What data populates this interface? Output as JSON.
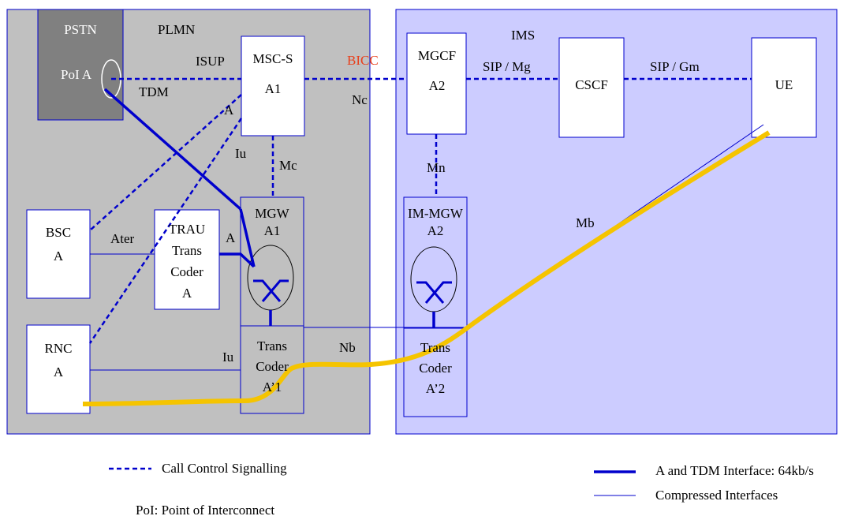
{
  "domains": {
    "plmn": "PLMN",
    "ims": "IMS"
  },
  "nodes": {
    "pstn": [
      "PSTN"
    ],
    "poi": [
      "PoI A"
    ],
    "msc": [
      "MSC-S",
      "A1"
    ],
    "mgcf": [
      "MGCF",
      "A2"
    ],
    "cscf": [
      "CSCF"
    ],
    "ue": [
      "UE"
    ],
    "bsc": [
      "BSC",
      "A"
    ],
    "trau": [
      "TRAU",
      "Trans",
      "Coder",
      "A"
    ],
    "mgw": [
      "MGW",
      "A1"
    ],
    "transcoder_a1": [
      "Trans",
      "Coder",
      "A’1"
    ],
    "rnc": [
      "RNC",
      "A"
    ],
    "immgw": [
      "IM-MGW",
      "A2"
    ],
    "transcoder_a2": [
      "Trans",
      "Coder",
      "A’2"
    ]
  },
  "interfaces": {
    "isup": "ISUP",
    "tdm": "TDM",
    "bicc": "BICC",
    "nc": "Nc",
    "sip_mg": "SIP / Mg",
    "sip_gm": "SIP / Gm",
    "a_top": "A",
    "iu_top": "Iu",
    "mc": "Mc",
    "mn": "Mn",
    "mb": "Mb",
    "ater": "Ater",
    "a_trau": "A",
    "iu_bottom": "Iu",
    "nb": "Nb"
  },
  "legend": {
    "call_control": "Call Control Signalling",
    "poi_def": "PoI: Point of Interconnect",
    "a_tdm": "A and TDM Interface: 64kb/s",
    "compressed": "Compressed Interfaces"
  },
  "colors": {
    "plmn_bg": "#c0c0c0",
    "ims_bg": "#ccccff",
    "pstn_bg": "#808080",
    "signalling": "#0000cc",
    "media_path": "#f5c400",
    "bicc_label": "#e8401c"
  }
}
